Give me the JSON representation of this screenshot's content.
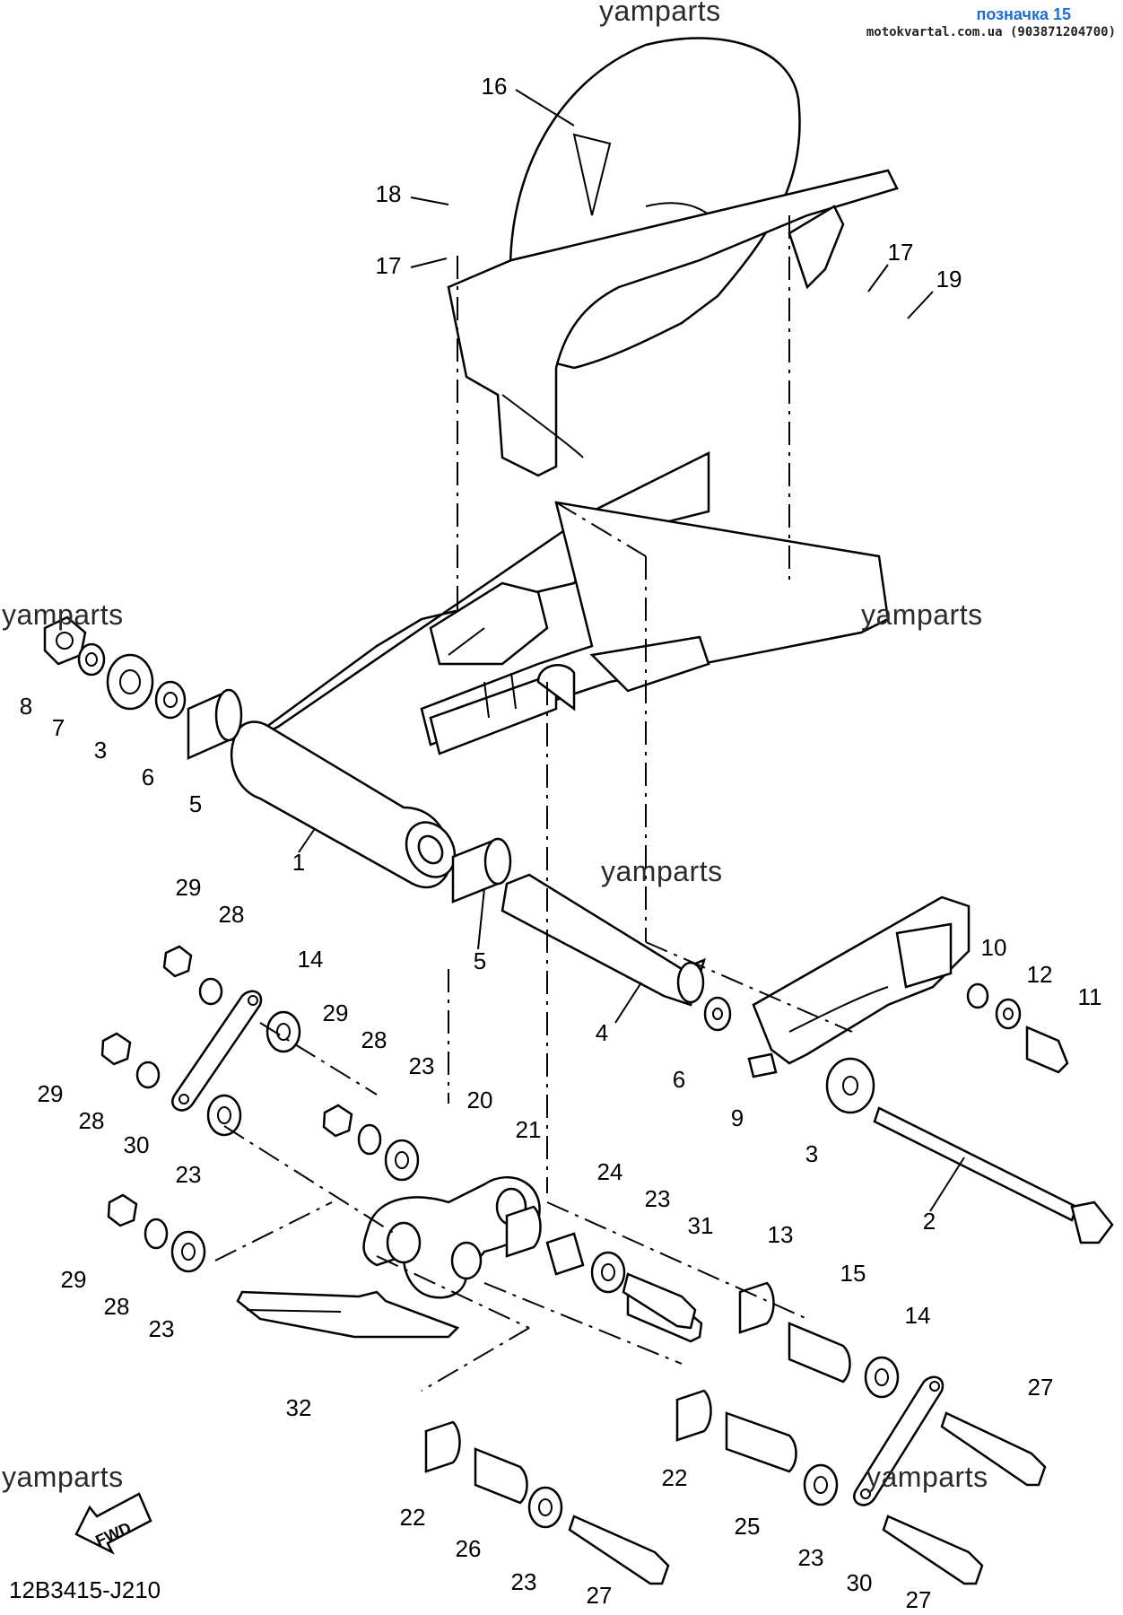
{
  "header": {
    "badge": "позначка 15",
    "site": "motokvartal.com.ua (903871204700)"
  },
  "watermarks": [
    "yamparts",
    "yamparts",
    "yamparts",
    "yamparts",
    "yamparts",
    "yamparts"
  ],
  "diagram_code": "12B3415-J210",
  "fwd_label": "FWD",
  "callouts": [
    "16",
    "18",
    "17",
    "17",
    "19",
    "8",
    "7",
    "3",
    "6",
    "5",
    "1",
    "5",
    "4",
    "6",
    "9",
    "3",
    "10",
    "12",
    "11",
    "2",
    "29",
    "28",
    "14",
    "29",
    "28",
    "23",
    "29",
    "28",
    "30",
    "23",
    "20",
    "21",
    "24",
    "23",
    "31",
    "13",
    "15",
    "14",
    "29",
    "28",
    "23",
    "32",
    "22",
    "26",
    "23",
    "27",
    "22",
    "25",
    "23",
    "30",
    "27",
    "27"
  ]
}
